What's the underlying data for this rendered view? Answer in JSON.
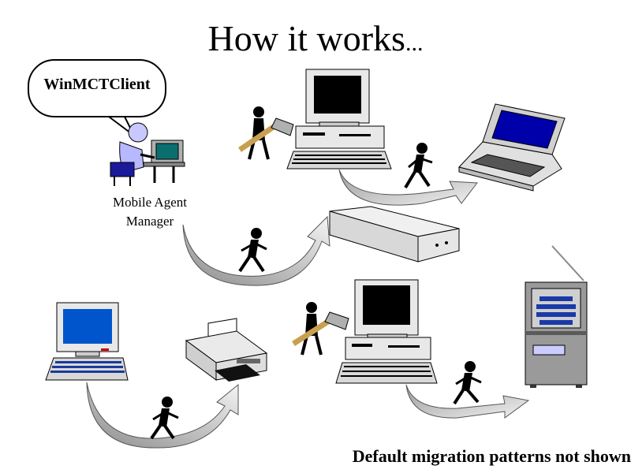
{
  "title": {
    "main": "How it works",
    "ellipsis": "..."
  },
  "callout": {
    "text": "WinMCTClient"
  },
  "manager_caption": {
    "line1": "Mobile Agent",
    "line2": "Manager"
  },
  "footer": {
    "text": "Default migration patterns not shown"
  },
  "icons": [
    "person-at-computer-icon",
    "desktop-computer-icon",
    "laptop-icon",
    "server-box-icon",
    "printer-icon",
    "mainframe-icon",
    "mobile-agent-icon",
    "hammer-agent-icon",
    "curved-arrow-icon"
  ],
  "colors": {
    "screen_blue": "#0000cc",
    "arrow_gray": "#bdbdbd",
    "computer_beige": "#e6e6e6",
    "agent_black": "#000000"
  }
}
